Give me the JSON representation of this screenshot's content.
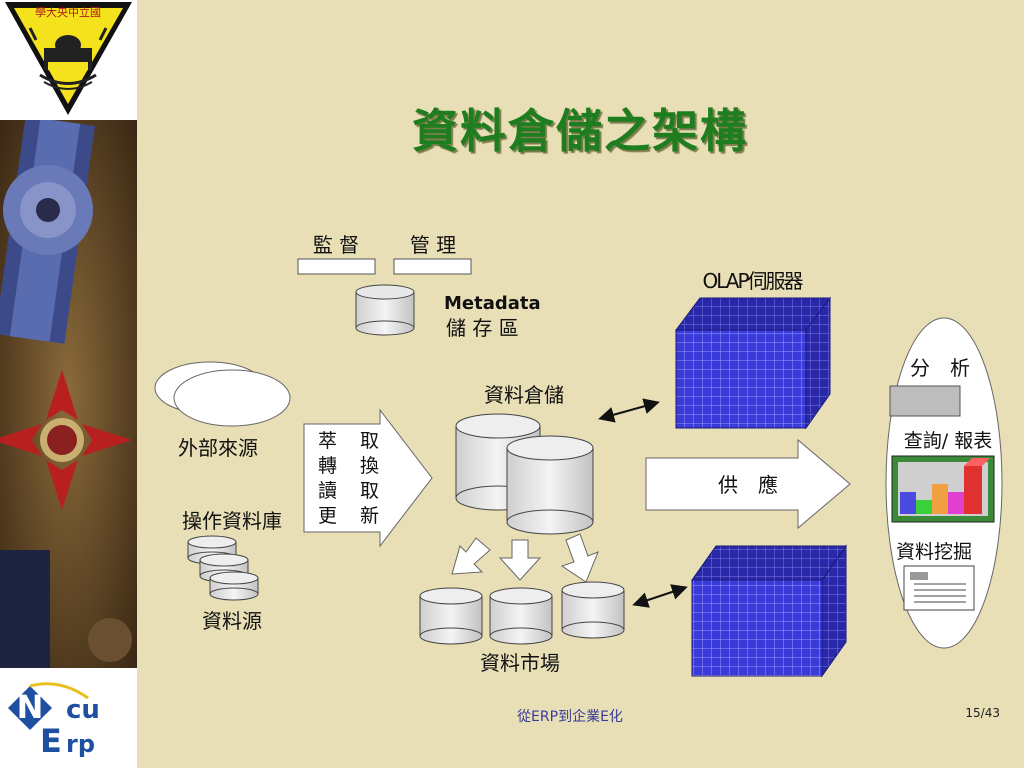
{
  "slide": {
    "title": "資料倉儲之架構",
    "footer_center": "從ERP到企業E化",
    "page_number": "15/43"
  },
  "logos": {
    "top_seal_text": "學大央中立國",
    "bottom_logo_text": [
      "N",
      "cu",
      "E",
      "rp"
    ]
  },
  "diagram": {
    "monitor_label": "監 督",
    "manage_label": "管 理",
    "metadata_label": "Metadata",
    "metadata_storage_label": "儲 存 區",
    "external_source_label": "外部來源",
    "operational_db_label": "操作資料庫",
    "data_source_label": "資料源",
    "etl_labels": [
      "萃",
      "取",
      "轉",
      "換",
      "讀",
      "取",
      "更",
      "新"
    ],
    "data_warehouse_label": "資料倉儲",
    "data_mart_label": "資料市場",
    "olap_server_label": "OLAP伺服器",
    "supply_label": "供　應",
    "analysis_label": "分　析",
    "query_report_label": "查詢/ 報表",
    "data_mining_label": "資料挖掘"
  },
  "colors": {
    "background": "#e8dfb6",
    "title": "#1e7d1e",
    "cube": "#3a3ad8",
    "grid": "#9a9aff"
  }
}
